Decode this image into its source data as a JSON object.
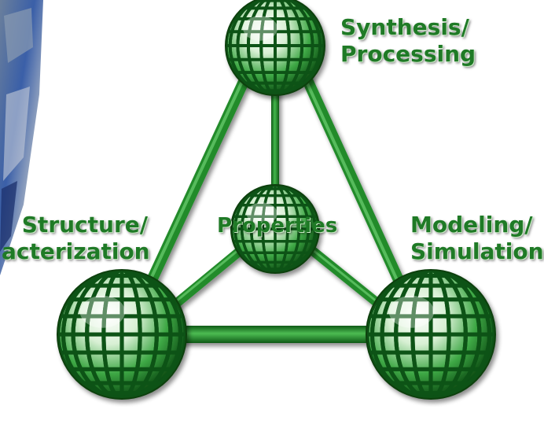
{
  "diagram": {
    "nodes": [
      {
        "id": "synthesis",
        "label_lines": [
          "Synthesis/",
          "Processing"
        ]
      },
      {
        "id": "structure",
        "label_lines": [
          "Structure/",
          "acterization"
        ]
      },
      {
        "id": "modeling",
        "label_lines": [
          "Modeling/",
          "Simulation"
        ]
      },
      {
        "id": "properties",
        "label_lines": [
          "Properties"
        ]
      }
    ],
    "edges": [
      [
        "synthesis",
        "structure"
      ],
      [
        "synthesis",
        "modeling"
      ],
      [
        "structure",
        "modeling"
      ],
      [
        "synthesis",
        "properties"
      ],
      [
        "structure",
        "properties"
      ],
      [
        "modeling",
        "properties"
      ]
    ]
  },
  "colors": {
    "node_green": "#1e8a26",
    "rod_green": "#2f9a36",
    "label_green": "#1f7a26",
    "photo_blue": "#3a5fa8"
  }
}
